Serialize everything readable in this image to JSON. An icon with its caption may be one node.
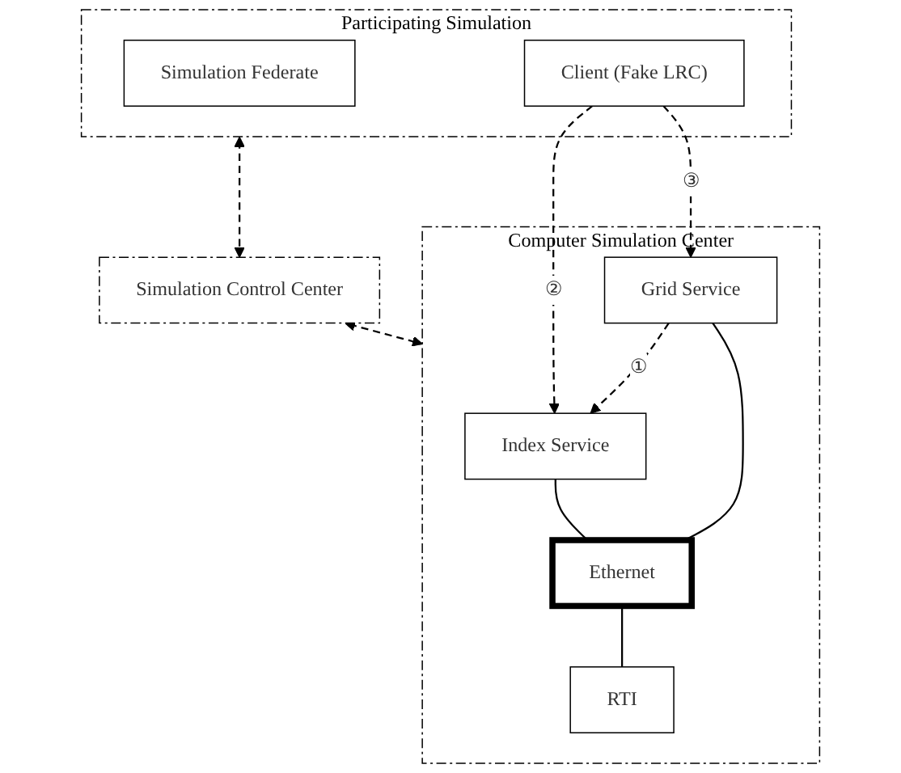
{
  "diagram": {
    "nodes": [
      {
        "text": [
          "Participating Simulation"
        ]
      },
      {
        "text": [
          "Simulation Federate"
        ],
        "in": 0
      },
      {
        "text": [
          "Client (Fake LRC)"
        ],
        "in": 0
      },
      {
        "text": [
          "Simulation Control Center"
        ]
      },
      {
        "text": [
          "Computer Simulation Center"
        ]
      },
      {
        "text": [
          "Index Service"
        ],
        "in": 4
      },
      {
        "text": [
          "Grid Service"
        ],
        "in": 4
      },
      {
        "text": [
          "Ethernet"
        ],
        "in": 4
      },
      {
        "text": [
          "RTI"
        ],
        "in": 4
      }
    ],
    "edges": [
      {
        "from": 0,
        "to": 3,
        "arrow": "both",
        "style": "dashed"
      },
      {
        "from": 3,
        "to": 4,
        "arrow": "both",
        "style": "dashed"
      },
      {
        "from": 2,
        "to": 5,
        "arrow": "to",
        "style": "dashed",
        "label": "②"
      },
      {
        "from": 2,
        "to": 6,
        "arrow": "to",
        "style": "dashed",
        "label": "③"
      },
      {
        "from": 6,
        "to": 5,
        "arrow": "to",
        "style": "dashed",
        "label": "①"
      },
      {
        "from": 5,
        "to": 7,
        "arrow": "none"
      },
      {
        "from": 6,
        "to": 7,
        "arrow": "none"
      },
      {
        "from": 7,
        "to": 8,
        "arrow": "none"
      }
    ]
  }
}
